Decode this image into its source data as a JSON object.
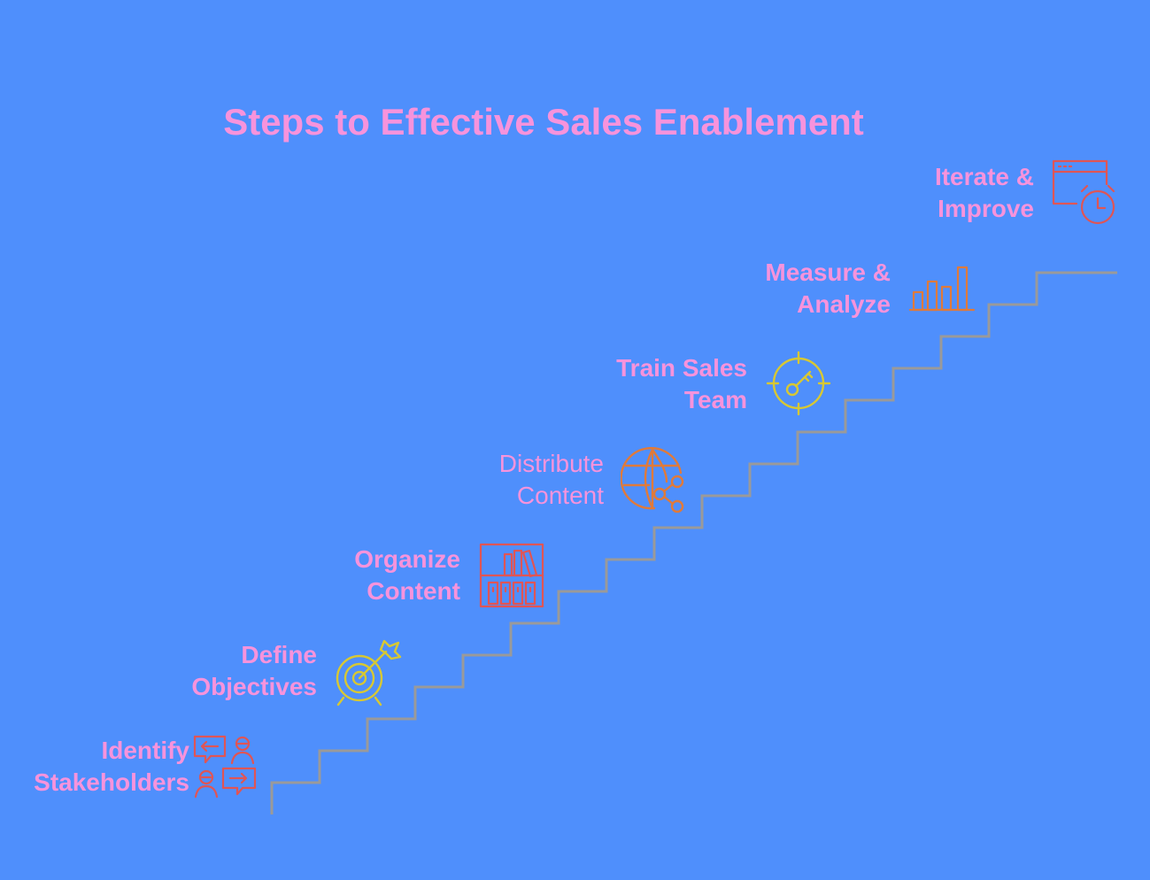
{
  "title": "Steps to Effective Sales Enablement",
  "colors": {
    "background": "#4f8ffc",
    "text": "#f793dc",
    "stairs": "#9a9a9a",
    "icon_red": "#e05555",
    "icon_yellow": "#d8c832",
    "icon_orange": "#e07a3a"
  },
  "steps": [
    {
      "line1": "Identify",
      "line2": "Stakeholders",
      "icon": "stakeholders-exchange-icon"
    },
    {
      "line1": "Define",
      "line2": "Objectives",
      "icon": "target-arrow-icon"
    },
    {
      "line1": "Organize",
      "line2": "Content",
      "icon": "bookshelf-icon"
    },
    {
      "line1": "Distribute",
      "line2": "Content",
      "icon": "globe-share-icon"
    },
    {
      "line1": "Train Sales",
      "line2": "Team",
      "icon": "crosshair-key-icon"
    },
    {
      "line1": "Measure &",
      "line2": "Analyze",
      "icon": "bar-chart-icon"
    },
    {
      "line1": "Iterate &",
      "line2": "Improve",
      "icon": "window-alarm-clock-icon"
    }
  ]
}
